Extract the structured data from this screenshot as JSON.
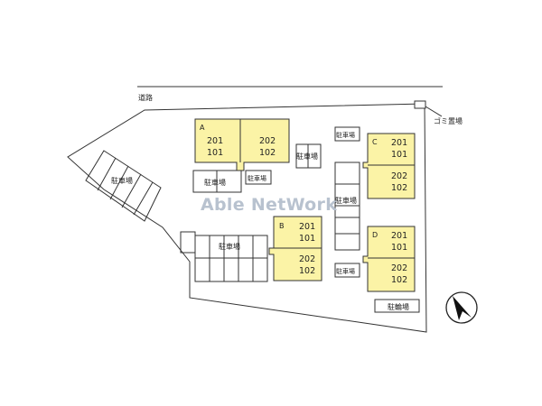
{
  "road_label": "道路",
  "garbage_label": "ゴミ置場",
  "bicycle_label": "駐輪場",
  "parking_label": "駐車場",
  "watermark": "Able NetWork",
  "colors": {
    "building_fill": "#fbf3a6",
    "outline": "#333333",
    "watermark": "#b8c2cf"
  },
  "compass_icon": "north-arrow-icon",
  "buildings": {
    "A": {
      "letter": "A",
      "units": [
        "201",
        "101",
        "202",
        "102"
      ]
    },
    "B": {
      "letter": "B",
      "units": [
        "201",
        "101",
        "202",
        "102"
      ]
    },
    "C": {
      "letter": "C",
      "units": [
        "201",
        "101",
        "202",
        "102"
      ]
    },
    "D": {
      "letter": "D",
      "units": [
        "201",
        "101",
        "202",
        "102"
      ]
    }
  }
}
